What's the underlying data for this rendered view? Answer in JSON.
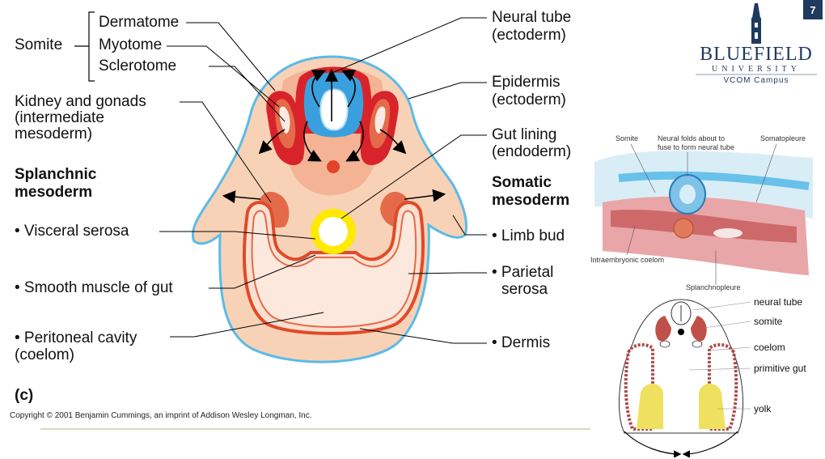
{
  "page_number": "7",
  "logo": {
    "name": "BLUEFIELD",
    "sub": "UNIVERSITY",
    "campus": "VCOM Campus"
  },
  "labels": {
    "somite": "Somite",
    "dermatome": "Dermatome",
    "myotome": "Myotome",
    "sclerotome": "Sclerotome",
    "kidney": [
      "Kidney and gonads",
      "(intermediate",
      "mesoderm)"
    ],
    "splanchnic": [
      "Splanchnic",
      "mesoderm"
    ],
    "visceral_serosa": "• Visceral serosa",
    "smooth_muscle": "• Smooth muscle of gut",
    "peritoneal": [
      "• Peritoneal cavity",
      "(coelom)"
    ],
    "neural_tube": [
      "Neural tube",
      "(ectoderm)"
    ],
    "epidermis": [
      "Epidermis",
      "(ectoderm)"
    ],
    "gut_lining": [
      "Gut lining",
      "(endoderm)"
    ],
    "somatic": [
      "Somatic",
      "mesoderm"
    ],
    "limb_bud": "• Limb bud",
    "parietal_serosa": [
      "• Parietal",
      "serosa"
    ],
    "dermis": "• Dermis",
    "figure_letter": "(c)"
  },
  "copyright": "Copyright © 2001 Benjamin Cummings, an imprint of Addison Wesley Longman, Inc.",
  "inset_top": {
    "somite": "Somite",
    "neural_folds": [
      "Neural folds about to",
      "fuse to form neural tube"
    ],
    "somatopleure": "Somatopleure",
    "intraembryonic_coelom": "Intraembryonic coelom",
    "splanchnopleure": "Splanchnopleure"
  },
  "inset_bottom": {
    "neural_tube": "neural tube",
    "somite": "somite",
    "coelom": "coelom",
    "primitive_gut": "primitive gut",
    "yolk": "yolk"
  },
  "colors": {
    "mesoderm": "#f6c7a7",
    "somite": "#e46a4a",
    "neural_tube": "#3aa0dd",
    "gut": "#ffea00",
    "ectoderm": "#5bbbe8",
    "arrow_red": "#d8232a",
    "logo": "#1f3a5f"
  }
}
